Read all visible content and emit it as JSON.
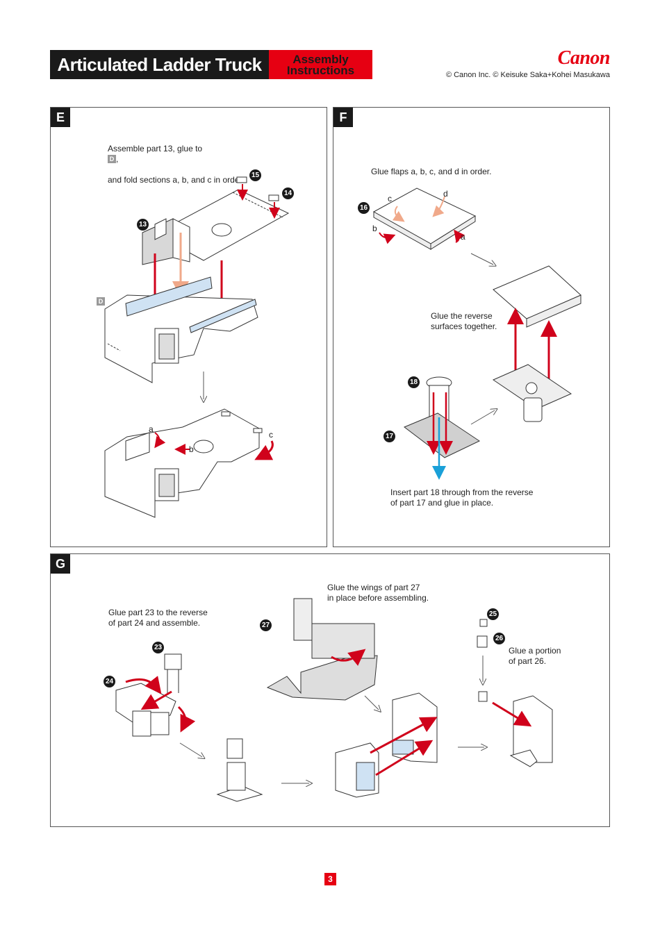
{
  "header": {
    "title": "Articulated Ladder Truck",
    "subtitle_line1": "Assembly",
    "subtitle_line2": "Instructions",
    "brand": "Canon",
    "copyright": "© Canon Inc. © Keisuke Saka+Kohei Masukawa"
  },
  "panels": {
    "E": {
      "label": "E",
      "instruction_pre": "Assemble part 13, glue to",
      "instruction_tag": "D",
      "instruction_post": ",",
      "instruction_line2": "and fold sections a, b, and c in order.",
      "parts": [
        "13",
        "14",
        "15"
      ],
      "area_tag": "D",
      "fold_labels": [
        "a",
        "b",
        "c"
      ]
    },
    "F": {
      "label": "F",
      "instruction_flaps": "Glue flaps a, b, c, and d in order.",
      "instruction_reverse": "Glue the reverse\nsurfaces together.",
      "instruction_insert": "Insert part 18 through from the reverse\nof part 17 and glue in place.",
      "parts": [
        "16",
        "17",
        "18"
      ],
      "flap_labels": [
        "a",
        "b",
        "c",
        "d"
      ]
    },
    "G": {
      "label": "G",
      "instruction_23": "Glue part 23 to the reverse\nof part 24 and assemble.",
      "instruction_27": "Glue the wings of part 27\nin place before assembling.",
      "instruction_26": "Glue a portion\nof part 26.",
      "parts": [
        "23",
        "24",
        "25",
        "26",
        "27"
      ]
    }
  },
  "page_number": "3",
  "colors": {
    "accent": "#e60012",
    "arrow": "#d0021b",
    "blue_arrow": "#1aa0d8",
    "header_bg": "#1a1a1a"
  }
}
